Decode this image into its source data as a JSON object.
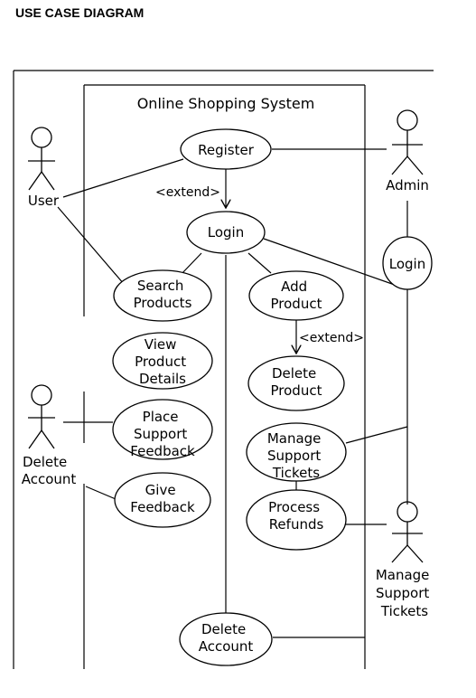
{
  "page": {
    "heading": "USE CASE DIAGRAM"
  },
  "system": {
    "title": "Online Shopping System"
  },
  "use_cases": {
    "register": "Register",
    "login": "Login",
    "search_products": [
      "Search",
      "Products"
    ],
    "add_product": [
      "Add",
      "Product"
    ],
    "view_product_details": [
      "View",
      "Product",
      "Details"
    ],
    "delete_product": [
      "Delete",
      "Product"
    ],
    "place_support_feedback": [
      "Place",
      "Support",
      "Feedback"
    ],
    "manage_support_tickets": [
      "Manage",
      "Support",
      "Tickets"
    ],
    "give_feedback": [
      "Give",
      "Feedback"
    ],
    "process_refunds": [
      "Process",
      "Refunds"
    ],
    "delete_account": [
      "Delete",
      "Account"
    ],
    "admin_login": "Login"
  },
  "relations": {
    "extend_register_login": "<extend>",
    "extend_add_delete": "<extend>"
  },
  "actors": {
    "user": "User",
    "admin": "Admin",
    "delete_account": [
      "Delete",
      "Account"
    ],
    "manage_support_tickets": [
      "Manage",
      "Support",
      "Tickets"
    ]
  }
}
